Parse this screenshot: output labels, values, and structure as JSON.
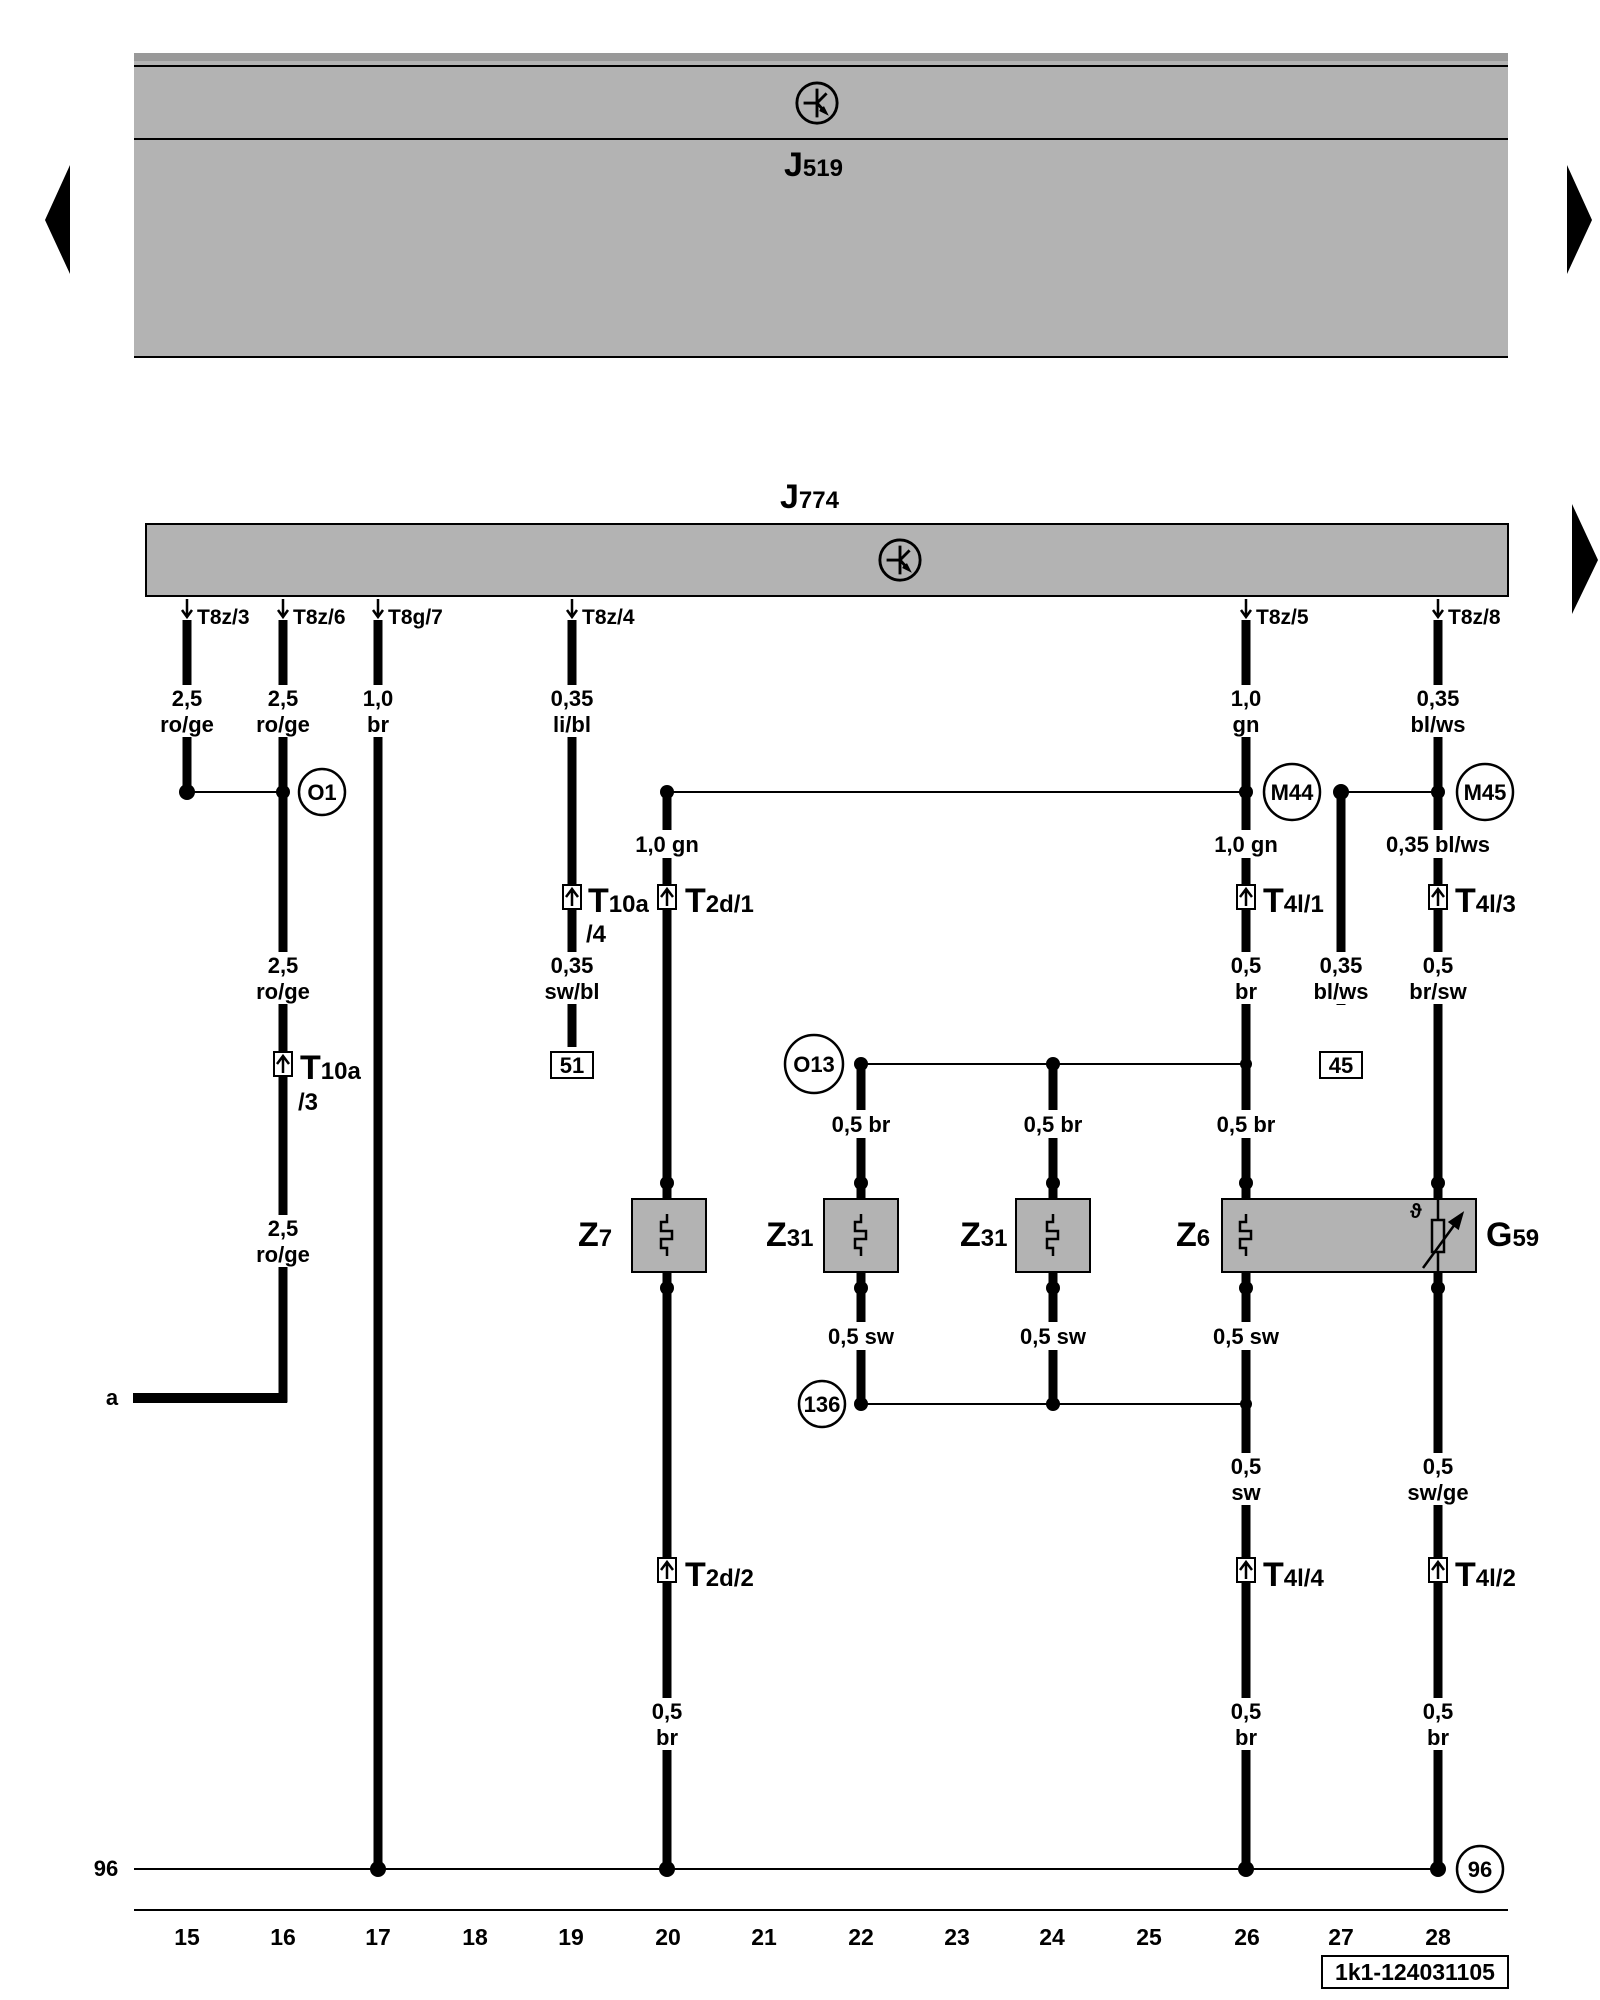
{
  "diagram": {
    "ecu_top": {
      "name": "J",
      "sub": "519"
    },
    "ecu_main": {
      "name": "J",
      "sub": "774"
    },
    "pins": [
      "T8z/3",
      "T8z/6",
      "T8g/7",
      "T8z/4",
      "T8z/5",
      "T8z/8"
    ],
    "wires": {
      "w15_top": [
        "2,5",
        "ro/ge"
      ],
      "w16_top": [
        "2,5",
        "ro/ge"
      ],
      "w17": [
        "1,0",
        "br"
      ],
      "w19_top": [
        "0,35",
        "li/bl"
      ],
      "w26_top": [
        "1,0",
        "gn"
      ],
      "w28_top": [
        "0,35",
        "bl/ws"
      ],
      "w20_top": "1,0 gn",
      "w26_mid": "1,0 gn",
      "w28_mid": "0,35 bl/ws",
      "w16_mid": [
        "2,5",
        "ro/ge"
      ],
      "w16_low": [
        "2,5",
        "ro/ge"
      ],
      "w19_low": [
        "0,35",
        "sw/bl"
      ],
      "w26_low": [
        "0,5",
        "br"
      ],
      "w27": [
        "0,35",
        "bl/ws"
      ],
      "w28_low": [
        "0,5",
        "br/sw"
      ],
      "z_top": "0,5 br",
      "z_bot": "0,5 sw",
      "w26_bot": [
        "0,5",
        "sw"
      ],
      "w28_bot": [
        "0,5",
        "sw/ge"
      ],
      "w20_bot": [
        "0,5",
        "br"
      ],
      "w26_end": [
        "0,5",
        "br"
      ],
      "w28_end": [
        "0,5",
        "br"
      ]
    },
    "connectors": {
      "t10a_4": {
        "name": "T",
        "sub": "10a",
        "pin": "/4"
      },
      "t10a_3": {
        "name": "T",
        "sub": "10a",
        "pin": "/3"
      },
      "t2d_1": {
        "name": "T",
        "sub": "2d/1"
      },
      "t2d_2": {
        "name": "T",
        "sub": "2d/2"
      },
      "t4l_1": {
        "name": "T",
        "sub": "4l/1"
      },
      "t4l_3": {
        "name": "T",
        "sub": "4l/3"
      },
      "t4l_4": {
        "name": "T",
        "sub": "4l/4"
      },
      "t4l_2": {
        "name": "T",
        "sub": "4l/2"
      }
    },
    "points": {
      "o1": "O1",
      "m44": "M44",
      "m45": "M45",
      "o13": "O13",
      "p136": "136",
      "p96": "96"
    },
    "refs": {
      "r51": "51",
      "r45": "45"
    },
    "components": {
      "z7": {
        "name": "Z",
        "sub": "7"
      },
      "z31a": {
        "name": "Z",
        "sub": "31"
      },
      "z31b": {
        "name": "Z",
        "sub": "31"
      },
      "z6": {
        "name": "Z",
        "sub": "6"
      },
      "g59": {
        "name": "G",
        "sub": "59"
      }
    },
    "theta": "ϑ",
    "edge_labels": {
      "a": "a",
      "n96": "96"
    },
    "columns": [
      "15",
      "16",
      "17",
      "18",
      "19",
      "20",
      "21",
      "22",
      "23",
      "24",
      "25",
      "26",
      "27",
      "28"
    ],
    "code": "1k1-124031105"
  }
}
